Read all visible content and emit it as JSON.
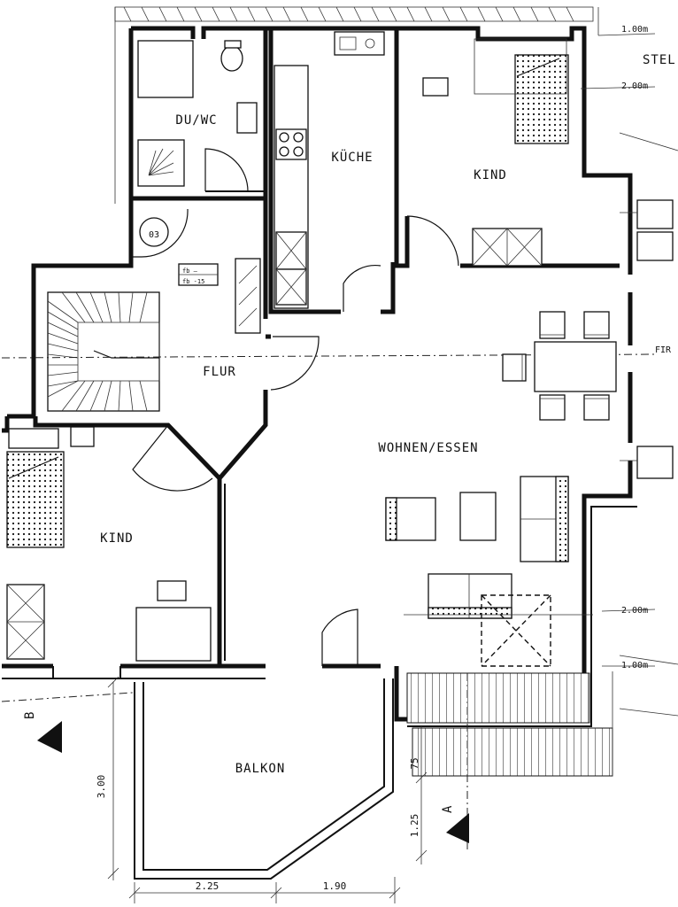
{
  "rooms": {
    "bath": "DU/WC",
    "kitchen": "KÜCHE",
    "child_top": "KIND",
    "hall": "FLUR",
    "living": "WOHNEN/ESSEN",
    "child_left": "KIND",
    "balcony": "BALKON"
  },
  "markers": {
    "room_number": "03",
    "meter_top": "fb —",
    "meter_bottom": "fb -15",
    "section_a": "A",
    "section_b": "B"
  },
  "annotations": {
    "top_right_text": "STEL",
    "right_middle_text": "FIR",
    "level_1_top": "1.00m",
    "level_2_top": "2.00m",
    "level_2_bottom": "2.00m",
    "level_1_bottom": "1.00m"
  },
  "dimensions": {
    "bottom_left": "2.25",
    "bottom_right": "1.90",
    "left_vertical": "3.00",
    "right_vertical_1": "75",
    "right_vertical_2": "1.25"
  }
}
